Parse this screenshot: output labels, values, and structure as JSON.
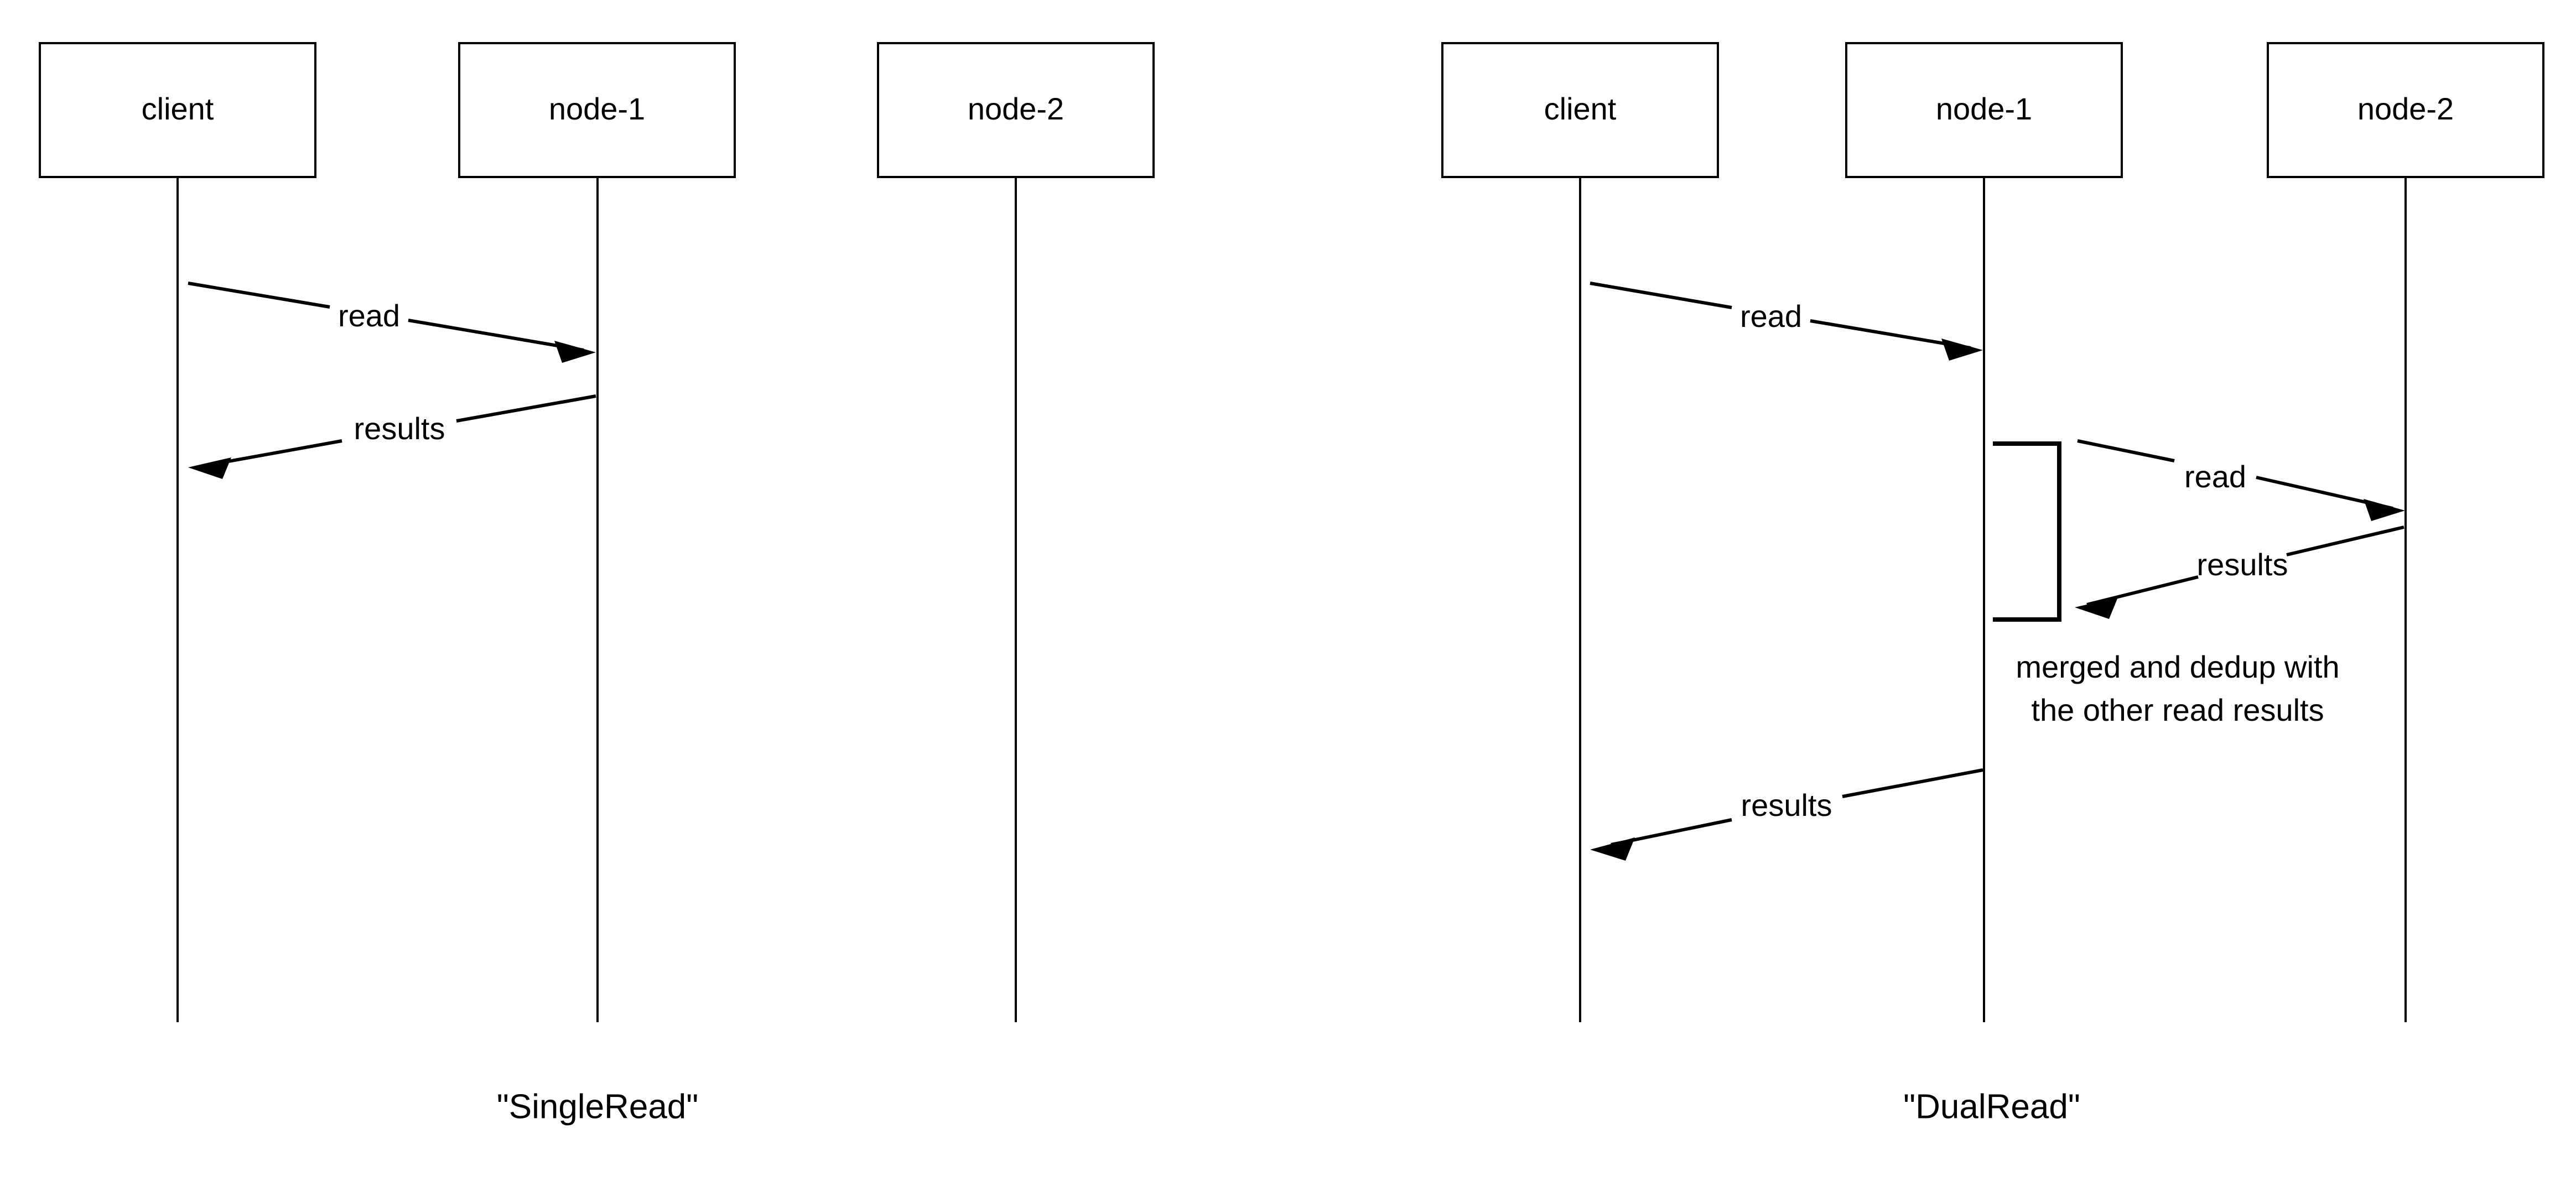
{
  "diagram": {
    "type": "uml-sequence-diagram",
    "background_color": "#ffffff",
    "line_color": "#000000",
    "panels": [
      {
        "id": "single-read",
        "caption": "\"SingleRead\"",
        "participants": [
          {
            "id": "client",
            "label": "client"
          },
          {
            "id": "node-1",
            "label": "node-1"
          },
          {
            "id": "node-2",
            "label": "node-2"
          }
        ],
        "messages": [
          {
            "id": "m1",
            "label": "read",
            "from": "client",
            "to": "node-1",
            "direction": "right"
          },
          {
            "id": "m2",
            "label": "results",
            "from": "node-1",
            "to": "client",
            "direction": "left"
          }
        ],
        "activations": [],
        "notes": []
      },
      {
        "id": "dual-read",
        "caption": "\"DualRead\"",
        "participants": [
          {
            "id": "client",
            "label": "client"
          },
          {
            "id": "node-1",
            "label": "node-1"
          },
          {
            "id": "node-2",
            "label": "node-2"
          }
        ],
        "messages": [
          {
            "id": "m1",
            "label": "read",
            "from": "client",
            "to": "node-1",
            "direction": "right"
          },
          {
            "id": "m2",
            "label": "read",
            "from": "node-1",
            "to": "node-2",
            "direction": "right"
          },
          {
            "id": "m3",
            "label": "results",
            "from": "node-2",
            "to": "node-1",
            "direction": "left"
          },
          {
            "id": "m4",
            "label": "results",
            "from": "node-1",
            "to": "client",
            "direction": "left"
          }
        ],
        "activations": [
          {
            "id": "a1",
            "on": "node-1"
          }
        ],
        "notes": [
          {
            "id": "n1",
            "on": "node-1",
            "lines": [
              "merged and dedup with",
              "the other read results"
            ]
          }
        ]
      }
    ]
  }
}
